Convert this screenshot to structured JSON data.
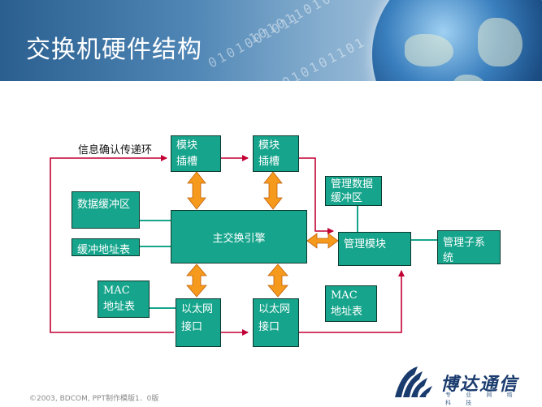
{
  "slide": {
    "title": "交换机硬件结构",
    "footer": "©2003, BDCOM, PPT制作模版1．0版"
  },
  "logo": {
    "name": "博达通信",
    "tagline": "专 业 网 络 科 技"
  },
  "diagram": {
    "ring_label": "信息确认传递环",
    "slot1": {
      "line1": "模块",
      "line2": "插槽"
    },
    "slot2": {
      "line1": "模块",
      "line2": "插槽"
    },
    "data_buffer": "数据缓冲区",
    "buffer_address_table": "缓冲地址表",
    "main_engine": "主交换引擎",
    "mgmt_data_buffer": {
      "line1": "管理数据",
      "line2": "缓冲区"
    },
    "mgmt_module": "管理模块",
    "mgmt_subsystem": "管理子系统",
    "mac_left": {
      "line1": "MAC",
      "line2": "地址表"
    },
    "mac_right": {
      "line1": "MAC",
      "line2": "地址表"
    },
    "eth1": {
      "line1": "以太网",
      "line2": "接口"
    },
    "eth2": {
      "line1": "以太网",
      "line2": "接口"
    }
  },
  "colors": {
    "box_fill": "#16a58c",
    "ring_line": "#c10033",
    "arrow": "#f59a1c"
  }
}
